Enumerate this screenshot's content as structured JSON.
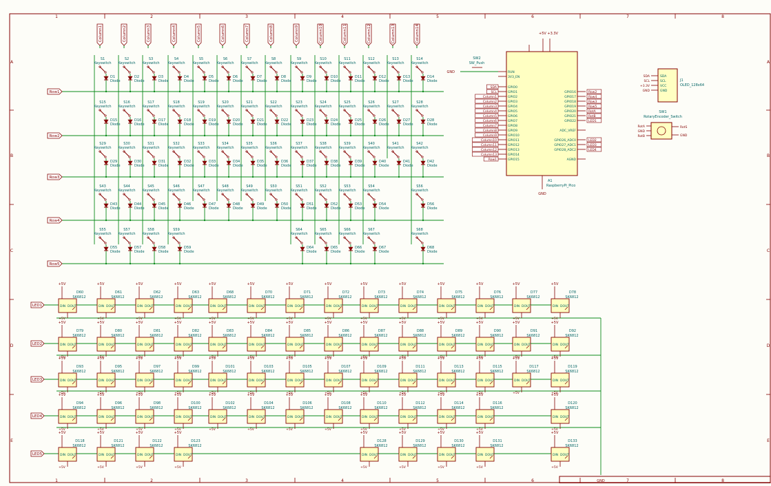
{
  "frame": {
    "columns": [
      "1",
      "2",
      "3",
      "4",
      "5",
      "6",
      "7",
      "8"
    ],
    "rows": [
      "A",
      "B",
      "C",
      "D",
      "E"
    ]
  },
  "matrix": {
    "column_labels": [
      "Column1",
      "Column2",
      "Column3",
      "Column4",
      "Column5",
      "Column6",
      "Column7",
      "Column8",
      "Column9",
      "Column10",
      "Column11",
      "Column12",
      "Column13",
      "Column14"
    ],
    "row_labels": [
      "Row1",
      "Row2",
      "Row3",
      "Row4",
      "Row5"
    ],
    "switch_value": "Keyswitch",
    "diode_value": "Diode",
    "switch_refs": [
      [
        "S1",
        "S2",
        "S3",
        "S4",
        "S5",
        "S6",
        "S7",
        "S8",
        "S9",
        "S10",
        "S11",
        "S12",
        "S13",
        "S14"
      ],
      [
        "S15",
        "S16",
        "S17",
        "S18",
        "S19",
        "S20",
        "S21",
        "S22",
        "S23",
        "S24",
        "S25",
        "S26",
        "S27",
        "S28"
      ],
      [
        "S29",
        "S30",
        "S31",
        "S32",
        "S33",
        "S34",
        "S35",
        "S36",
        "S37",
        "S38",
        "S39",
        "S40",
        "S41",
        "S42"
      ],
      [
        "S43",
        "S44",
        "S45",
        "S46",
        "S47",
        "S48",
        "S49",
        "S50",
        "S51",
        "S52",
        "S53",
        "S54",
        "",
        "S56"
      ],
      [
        "S55",
        "S57",
        "S58",
        "S59",
        "",
        "",
        "",
        "",
        "S64",
        "S65",
        "S66",
        "S67",
        "",
        "S68"
      ]
    ],
    "diode_refs": [
      [
        "D1",
        "D2",
        "D3",
        "D4",
        "D5",
        "D6",
        "D7",
        "D8",
        "D9",
        "D10",
        "D11",
        "D12",
        "D13",
        "D14"
      ],
      [
        "D15",
        "D16",
        "D17",
        "D18",
        "D19",
        "D20",
        "D21",
        "D22",
        "D23",
        "D24",
        "D25",
        "D26",
        "D27",
        "D28"
      ],
      [
        "D29",
        "D30",
        "D31",
        "D32",
        "D33",
        "D34",
        "D35",
        "D36",
        "D37",
        "D38",
        "D39",
        "D40",
        "D41",
        "D42"
      ],
      [
        "D43",
        "D44",
        "D45",
        "D46",
        "D47",
        "D48",
        "D49",
        "D50",
        "D51",
        "D52",
        "D53",
        "D54",
        "",
        "D56"
      ],
      [
        "D55",
        "D57",
        "D58",
        "D59",
        "",
        "",
        "",
        "",
        "D64",
        "D65",
        "D66",
        "D67",
        "",
        "D68"
      ]
    ]
  },
  "mcu": {
    "ref": "A1",
    "value": "RaspberryPi_Pico",
    "power_label": "+5V +3.3V",
    "gnd_label": "GND",
    "left_pins": [
      "RUN",
      "3V3_EN",
      "GPIO0",
      "GPIO1",
      "GPIO2",
      "GPIO3",
      "GPIO4",
      "GPIO5",
      "GPIO6",
      "GPIO7",
      "GPIO8",
      "GPIO9",
      "GPIO10",
      "GPIO11",
      "GPIO12",
      "GPIO13",
      "GPIO14",
      "GPIO15"
    ],
    "right_pins": [
      "GPIO16",
      "GPIO17",
      "GPIO18",
      "GPIO19",
      "GPIO20",
      "GPIO21",
      "GPIO22",
      "",
      "ADC_VREF",
      "",
      "GPIO26_ADC0",
      "GPIO27_ADC1",
      "GPIO28_ADC2",
      "",
      "AGND"
    ],
    "left_nets": [
      "",
      "",
      "SDA",
      "SCL",
      "Column1",
      "Column2",
      "Column3",
      "Column4",
      "Column5",
      "Column6",
      "Column7",
      "Column8",
      "Column9",
      "Column10",
      "Column11",
      "Column12",
      "Column13",
      "Row1"
    ],
    "right_nets": [
      "Row2",
      "Row4",
      "Row3",
      "Row5",
      "RotA",
      "RotB",
      "LED1",
      "",
      "",
      "",
      "LED2",
      "LED3",
      "LED4",
      "",
      ""
    ],
    "reset": {
      "ref": "SW2",
      "value": "SW_Push",
      "gnd": "GND"
    }
  },
  "oled": {
    "ref": "J1",
    "value": "OLED_128x64",
    "pins": [
      "SDA",
      "SCL",
      "VCC",
      "GND"
    ],
    "nets": [
      "SDA",
      "SCL",
      "+3.3V",
      "GND"
    ]
  },
  "encoder": {
    "ref": "SW1",
    "value": "RotaryEncoder_Switch",
    "nets_left": [
      "RotA",
      "GND",
      "RotB"
    ],
    "nets_right": [
      "RotS",
      "GND"
    ]
  },
  "leds": {
    "part": "SK6812",
    "vcc": "+5V",
    "gnd": "GND",
    "pins_in": "DIN",
    "pins_out": "DOUT",
    "rows": [
      {
        "label": "LED1",
        "refs": [
          "D60",
          "D61",
          "D62",
          "D63",
          "D68",
          "D70",
          "D71",
          "D72",
          "D73",
          "D74",
          "D75",
          "D76",
          "D77",
          "D78"
        ]
      },
      {
        "label": "LED2",
        "refs": [
          "D79",
          "D80",
          "D81",
          "D82",
          "D83",
          "D84",
          "D85",
          "D86",
          "D87",
          "D88",
          "D89",
          "D90",
          "D91",
          "D92"
        ]
      },
      {
        "label": "LED3",
        "refs": [
          "D93",
          "D95",
          "D97",
          "D99",
          "D101",
          "D103",
          "D105",
          "D107",
          "D109",
          "D111",
          "D113",
          "D115",
          "D117",
          "D119"
        ]
      },
      {
        "label": "LED4",
        "refs": [
          "D94",
          "D96",
          "D98",
          "D100",
          "D102",
          "D104",
          "D106",
          "D108",
          "D110",
          "D112",
          "D114",
          "D116",
          "",
          "D120"
        ]
      },
      {
        "label": "LED5",
        "refs": [
          "D118",
          "D121",
          "D122",
          "D123",
          "",
          "",
          "",
          "",
          "D128",
          "D129",
          "D130",
          "D131",
          "",
          "D133"
        ]
      }
    ]
  },
  "colors": {
    "wire": "#0a8a1a",
    "component": "#840000",
    "body": "#ffffc2",
    "label_text": "#006464",
    "frame": "#840000",
    "power": "#840000"
  }
}
